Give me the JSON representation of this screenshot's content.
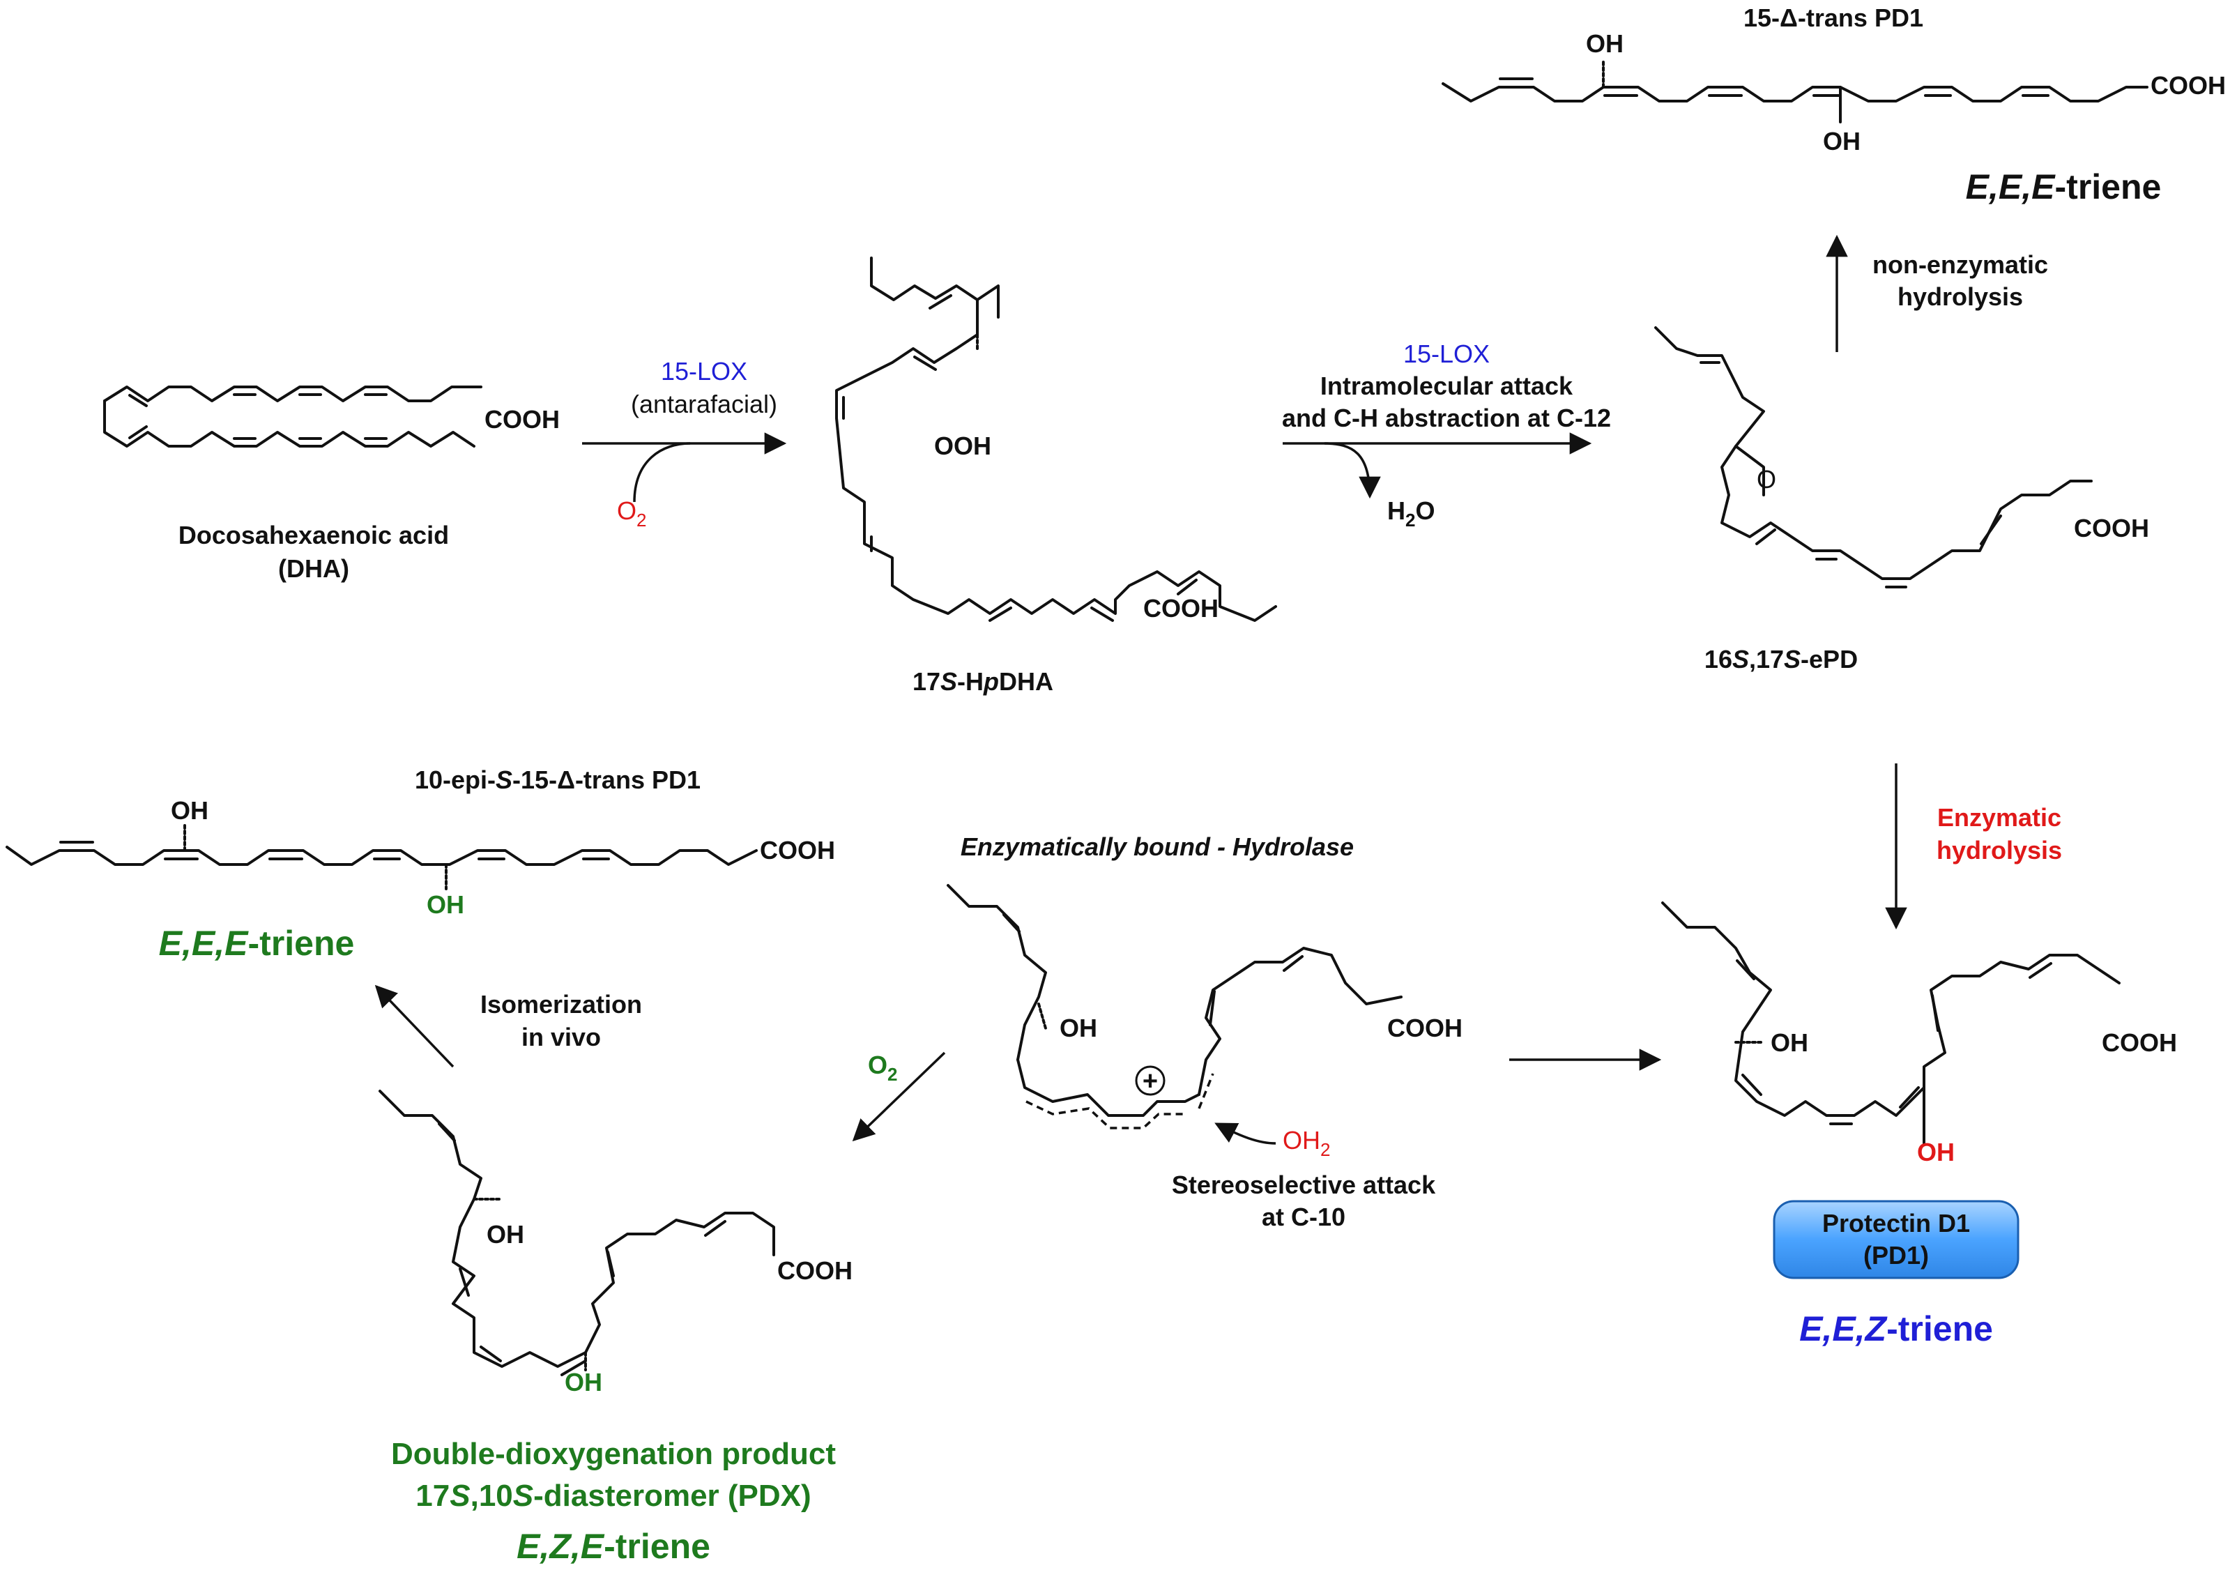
{
  "colors": {
    "black": "#111111",
    "blue": "#1f1fd6",
    "red": "#e01919",
    "green": "#1e7a1e",
    "pill_fill": "#47a3ff",
    "pill_stroke": "#1a5fb0"
  },
  "compounds": {
    "dha": {
      "name": "Docosahexaenoic acid",
      "abbr": "(DHA)",
      "acid": "COOH"
    },
    "hpdha": {
      "name_a": "17",
      "name_b": "S",
      "name_c": "-H",
      "name_d": "p",
      "name_e": "DHA",
      "acid": "COOH",
      "ooh": "OOH"
    },
    "epd": {
      "name_a": "16",
      "name_b": "S",
      "name_c": ",17",
      "name_d": "S",
      "name_e": "-ePD",
      "acid": "COOH",
      "epox_o": "O"
    },
    "trans_pd1": {
      "name": "15-Δ-trans PD1",
      "oh_top": "OH",
      "oh_bottom": "OH",
      "acid": "COOH",
      "triene_a": "E,E,E",
      "triene_b": "-triene"
    },
    "epi_pd1": {
      "name_a": "10-epi-",
      "name_b": "S",
      "name_c": "-15-Δ-trans PD1",
      "oh_top": "OH",
      "oh_bottom": "OH",
      "acid": "COOH",
      "triene_a": "E,E,E",
      "triene_b": "-triene"
    },
    "intermediate": {
      "title": "Enzymatically bound - Hydrolase",
      "oh": "OH",
      "acid": "COOH",
      "charge": "+",
      "water_a": "OH",
      "water_b": "2",
      "attack_1": "Stereoselective attack",
      "attack_2": "at C-10"
    },
    "pd1": {
      "oh_top": "OH",
      "oh_bottom": "OH",
      "acid": "COOH",
      "pill_1": "Protectin D1",
      "pill_2": "(PD1)",
      "triene_a": "E,E,Z",
      "triene_b": "-triene"
    },
    "pdx": {
      "oh_top": "OH",
      "oh_bottom": "OH",
      "acid": "COOH",
      "line1": "Double-dioxygenation product",
      "line2_a": "17",
      "line2_b": "S",
      "line2_c": ",10",
      "line2_d": "S",
      "line2_e": "-diasteromer (PDX)",
      "triene_a": "E,Z,E",
      "triene_b": "-triene"
    }
  },
  "reactions": {
    "r1": {
      "enzyme": "15-LOX",
      "detail": "(antarafacial)",
      "o2_a": "O",
      "o2_b": "2"
    },
    "r2": {
      "enzyme": "15-LOX",
      "detail_1": "Intramolecular attack",
      "detail_2": "and C-H abstraction at C-12",
      "h2o_a": "H",
      "h2o_b": "2",
      "h2o_c": "O"
    },
    "r3": {
      "line1": "non-enzymatic",
      "line2": "hydrolysis"
    },
    "r4": {
      "line1": "Enzymatic",
      "line2": "hydrolysis"
    },
    "r5": {
      "line1": "Isomerization",
      "line2": "in vivo"
    },
    "r6": {
      "o2_a": "O",
      "o2_b": "2"
    }
  }
}
